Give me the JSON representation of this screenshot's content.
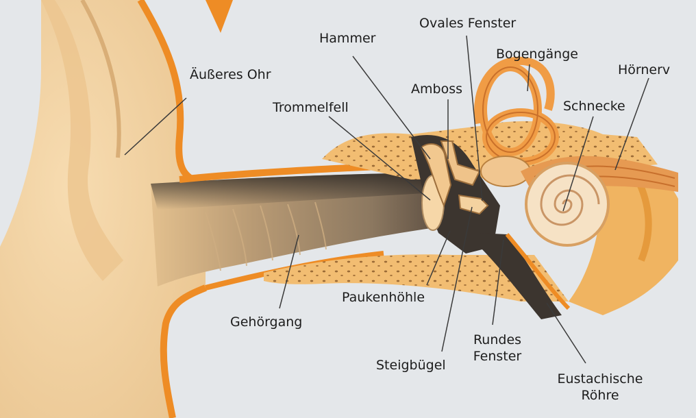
{
  "labels": {
    "ohr": "Äußeres Ohr",
    "hammer": "Hammer",
    "ovales_fenster": "Ovales Fenster",
    "bogengaenge": "Bogengänge",
    "hoernerv": "Hörnerv",
    "amboss": "Amboss",
    "trommelfell": "Trommelfell",
    "schnecke": "Schnecke",
    "paukenhoehle": "Paukenhöhle",
    "gehoergang": "Gehörgang",
    "rundes_fenster_1": "Rundes",
    "rundes_fenster_2": "Fenster",
    "steigbuegel": "Steigbügel",
    "eustachische_1": "Eustachische",
    "eustachische_2": "Röhre"
  },
  "colors": {
    "background": "#e4e7ea",
    "skin": "#f3d3a4",
    "bone": "#f0b461",
    "rim": "#ee8c25",
    "canal_dark": "#3c352f",
    "leader": "#3a3a3a"
  }
}
